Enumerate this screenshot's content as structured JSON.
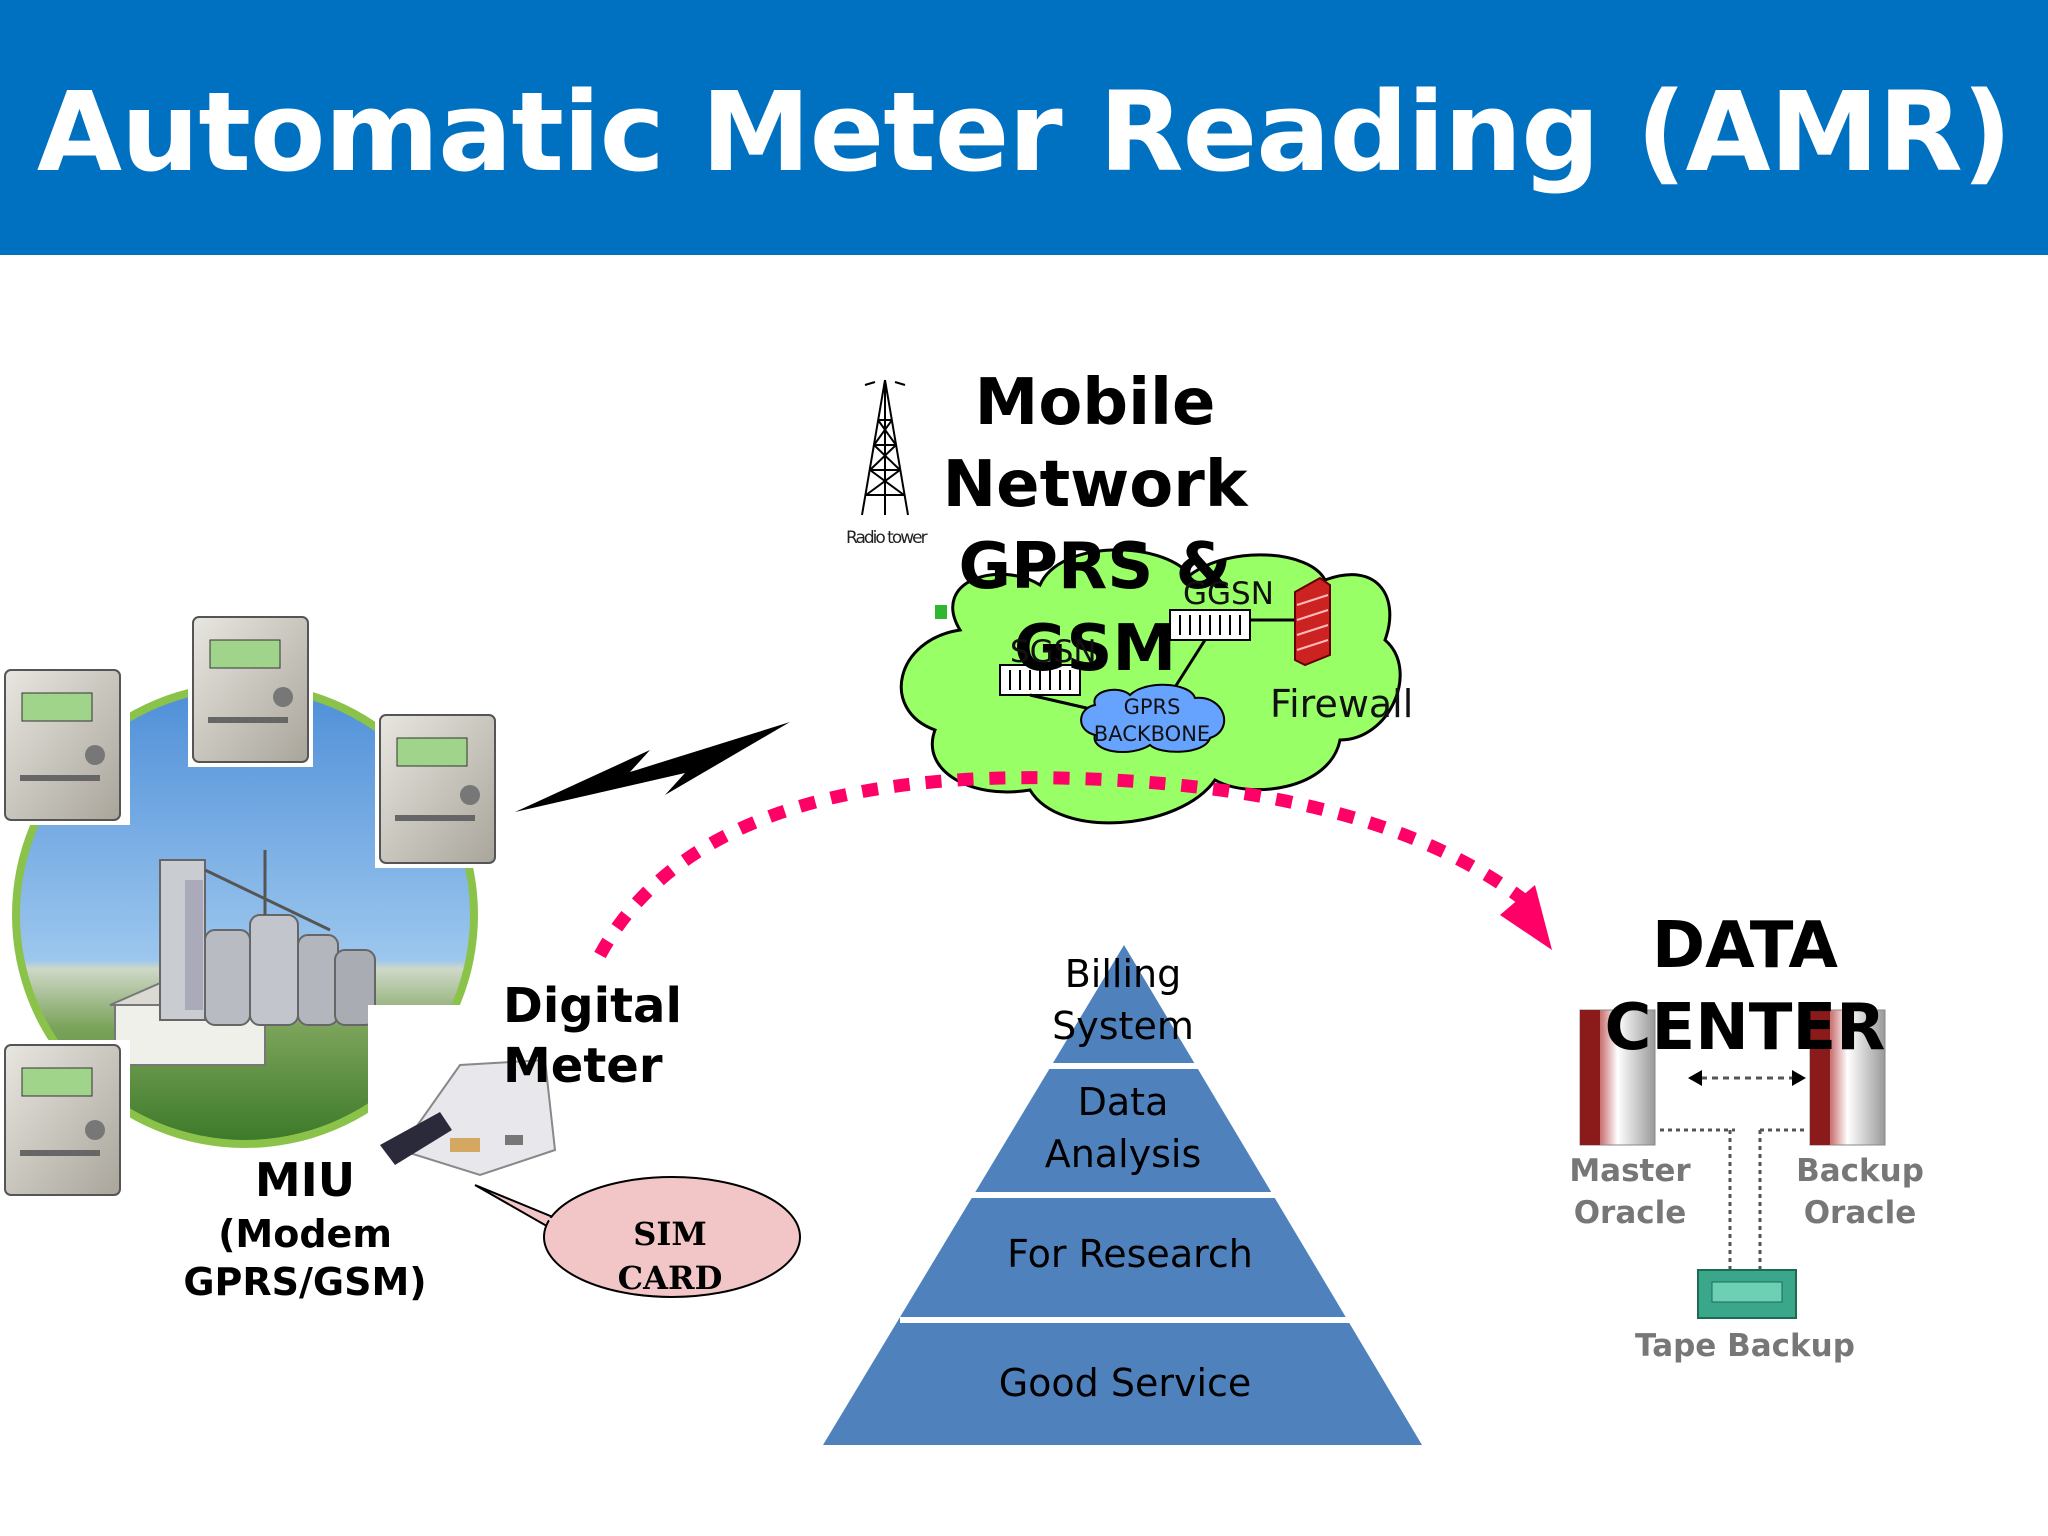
{
  "slide": {
    "title": "Automatic Meter Reading (AMR)"
  },
  "network": {
    "title_lines": [
      "Mobile",
      "Network",
      "GPRS &",
      "GSM"
    ],
    "radio_tower_label": "Radio tower",
    "ggsn_label": "GGSN",
    "sgsn_label": "SGSN",
    "backbone_lines": [
      "GPRS",
      "BACKBONE"
    ],
    "firewall_label": "Firewall"
  },
  "field": {
    "digital_meter_lines": [
      "Digital",
      "Meter"
    ],
    "miu_label": "MIU",
    "miu_detail_lines": [
      "(Modem",
      "GPRS/GSM)"
    ],
    "sim_card_lines": [
      "SIM",
      "CARD"
    ]
  },
  "pyramid": {
    "levels": [
      {
        "lines": [
          "Billing",
          "System"
        ]
      },
      {
        "lines": [
          "Data",
          "Analysis"
        ]
      },
      {
        "lines": [
          "For Research"
        ]
      },
      {
        "lines": [
          "Good Service"
        ]
      }
    ]
  },
  "data_center": {
    "title_lines": [
      "DATA",
      "CENTER"
    ],
    "master_lines": [
      "Master",
      "Oracle"
    ],
    "backup_lines": [
      "Backup",
      "Oracle"
    ],
    "tape_label": "Tape Backup"
  },
  "colors": {
    "title_bar": "#0070c0",
    "cloud": "#99ff66",
    "pyramid": "#4f81bd",
    "arrow": "#ff0066"
  }
}
